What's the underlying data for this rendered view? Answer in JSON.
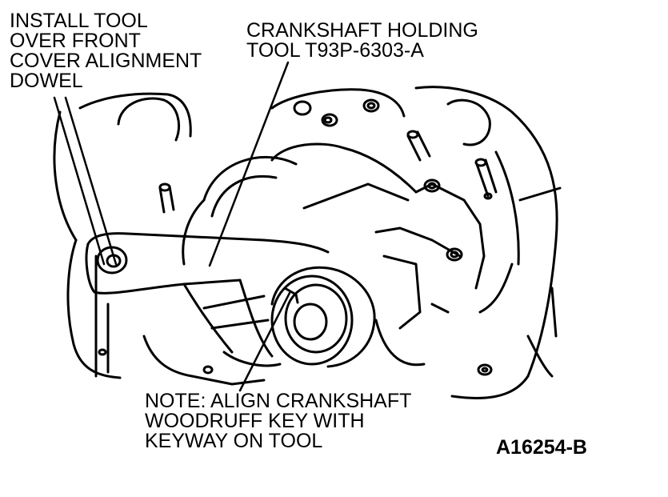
{
  "callouts": {
    "install_tool": [
      "INSTALL TOOL",
      "OVER FRONT",
      "COVER ALIGNMENT",
      "DOWEL"
    ],
    "holding_tool": [
      "CRANKSHAFT HOLDING",
      "TOOL T93P-6303-A"
    ],
    "note": [
      "NOTE: ALIGN CRANKSHAFT",
      "WOODRUFF KEY WITH",
      "KEYWAY ON TOOL"
    ]
  },
  "figure_id": "A16254-B"
}
